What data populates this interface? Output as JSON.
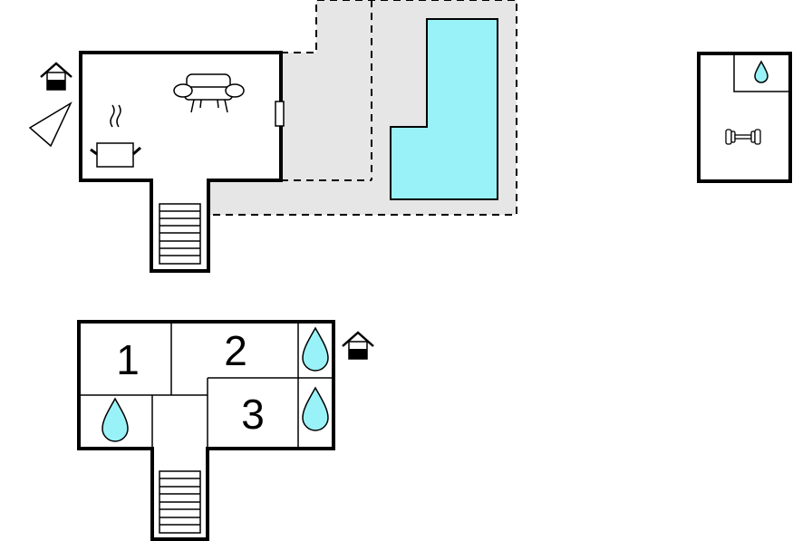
{
  "colors": {
    "wall": "#000000",
    "terrace": "#e6e6e6",
    "pool": "#99f2f7",
    "water": "#99f2f7",
    "background": "#ffffff"
  },
  "ground_floor": {
    "icons": [
      "house-entrance-icon",
      "compass-direction-icon",
      "sofa-icon",
      "cooking-pot-icon",
      "door-icon",
      "stairs-icon"
    ],
    "terrace": {
      "pattern": "dashed-outline"
    },
    "pool": {
      "shape": "L-shape"
    }
  },
  "outbuilding": {
    "icons": [
      "water-drop-icon",
      "dumbbell-icon"
    ]
  },
  "upper_floor": {
    "rooms": [
      {
        "label": "1"
      },
      {
        "label": "2"
      },
      {
        "label": "3"
      }
    ],
    "icons": [
      "water-drop-icon",
      "water-drop-icon",
      "water-drop-icon",
      "house-entrance-icon",
      "stairs-icon"
    ]
  }
}
